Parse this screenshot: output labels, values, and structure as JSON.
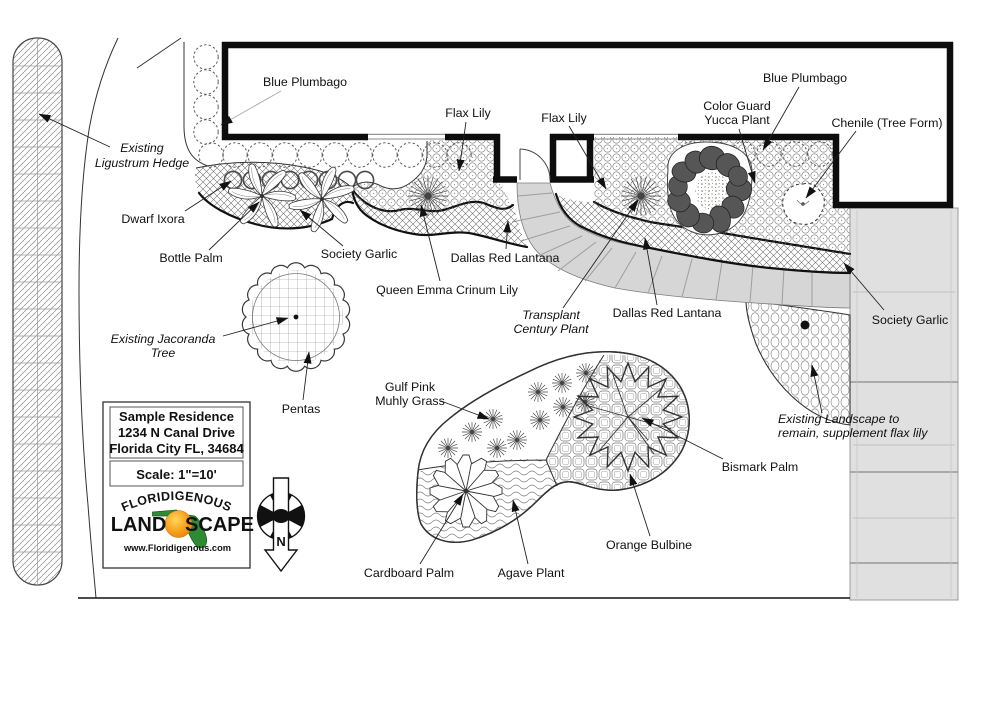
{
  "drawing": {
    "plant_labels": {
      "blue_plumbago_left": "Blue Plumbago",
      "flax_lily_left": "Flax Lily",
      "flax_lily_center": "Flax Lily",
      "color_guard_1": "Color Guard",
      "color_guard_2": "Yucca Plant",
      "blue_plumbago_right": "Blue Plumbago",
      "chenile": "Chenile (Tree Form)",
      "ligustrum_1": "Existing",
      "ligustrum_2": "Ligustrum Hedge",
      "dwarf_ixora": "Dwarf Ixora",
      "bottle_palm": "Bottle Palm",
      "society_garlic_left": "Society Garlic",
      "dallas_lantana_left": "Dallas Red Lantana",
      "queen_emma": "Queen Emma Crinum Lily",
      "transplant_1": "Transplant",
      "transplant_2": "Century Plant",
      "dallas_lantana_right": "Dallas Red Lantana",
      "society_garlic_right": "Society Garlic",
      "jacoranda_1": "Existing Jacoranda",
      "jacoranda_2": "Tree",
      "pentas": "Pentas",
      "landscape_note_1": "Existing Landscape to",
      "landscape_note_2": "remain, supplement flax lily",
      "muhly_1": "Gulf Pink",
      "muhly_2": "Muhly Grass",
      "bismark_palm": "Bismark Palm",
      "orange_bulbine": "Orange Bulbine",
      "cardboard_palm": "Cardboard Palm",
      "agave_plant": "Agave Plant"
    },
    "title_block": {
      "client_line1": "Sample Residence",
      "client_line2": "1234 N Canal Drive",
      "client_line3": "Florida City FL, 34684",
      "scale_label": "Scale: 1\"=10'"
    },
    "logo": {
      "arc_text": "FLORIDIGENOUS",
      "word_left": "LAND",
      "word_right": "SCAPE",
      "website": "www.Floridigenous.com"
    },
    "compass": {
      "north_label": "N"
    },
    "colors": {
      "paving_gray": "#d6d6d6",
      "driveway_gray": "#e0e0e0",
      "line_black": "#111111",
      "logo_green": "#2e7d32",
      "logo_dark_green": "#1a5a22",
      "logo_gold": "#c9a227",
      "logo_url_orange": "#e2621b"
    }
  }
}
